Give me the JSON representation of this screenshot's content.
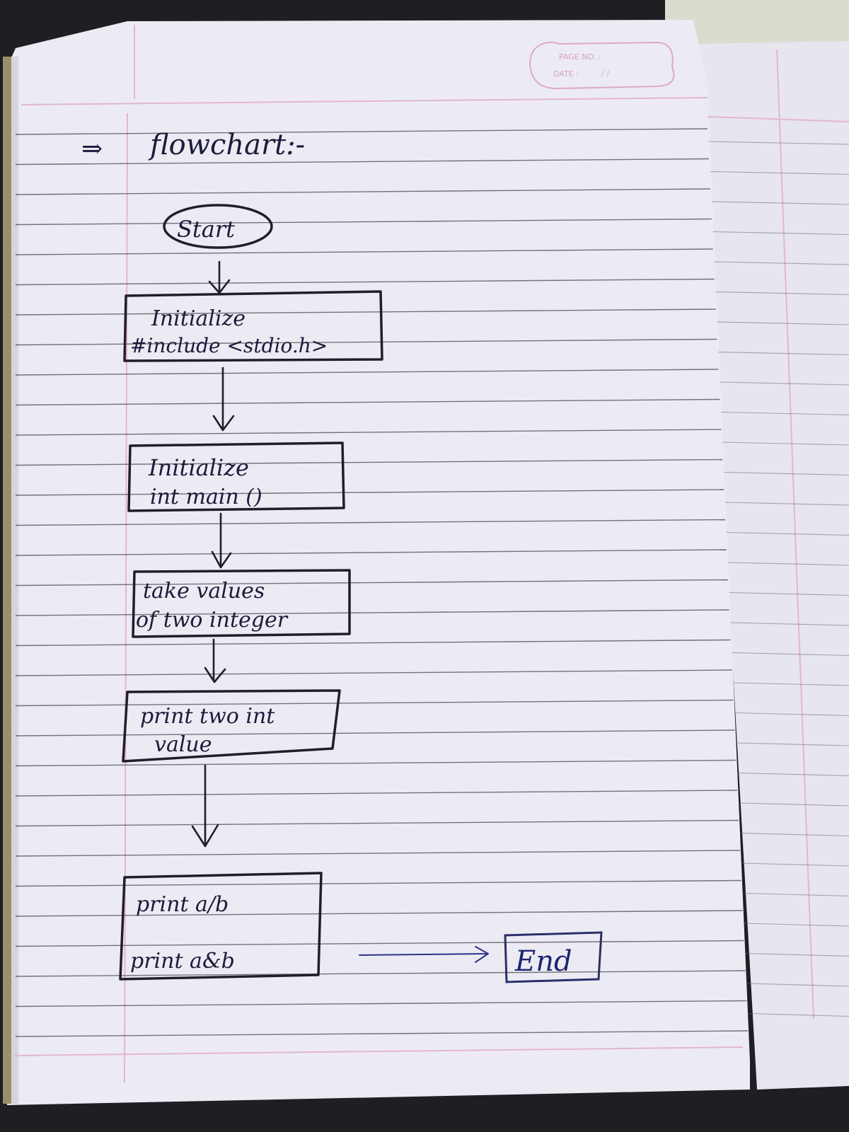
{
  "header": {
    "page_no_label": "PAGE NO. :",
    "date_label": "DATE :",
    "date_slashes": "/      /"
  },
  "heading": {
    "arrow_glyph": "⇒",
    "text": "flowchart:-"
  },
  "flowchart": {
    "start": "Start",
    "step1": {
      "line1": "Initialize",
      "line2": "#include <stdio.h>"
    },
    "step2": {
      "line1": "Initialize",
      "line2": "int main ()"
    },
    "step3": {
      "line1": "take values",
      "line2": "of two integer"
    },
    "step4": {
      "line1": "print two int",
      "line2": "value"
    },
    "step5": {
      "line1": "print a/b",
      "line2": "print a&b"
    },
    "end": "End"
  },
  "colors": {
    "paper": "#ecebf3",
    "ruled_line": "#4a4a52",
    "margin_line": "#e2b6cf",
    "ink_black": "#1f1f2a",
    "ink_blue": "#2c348a"
  }
}
